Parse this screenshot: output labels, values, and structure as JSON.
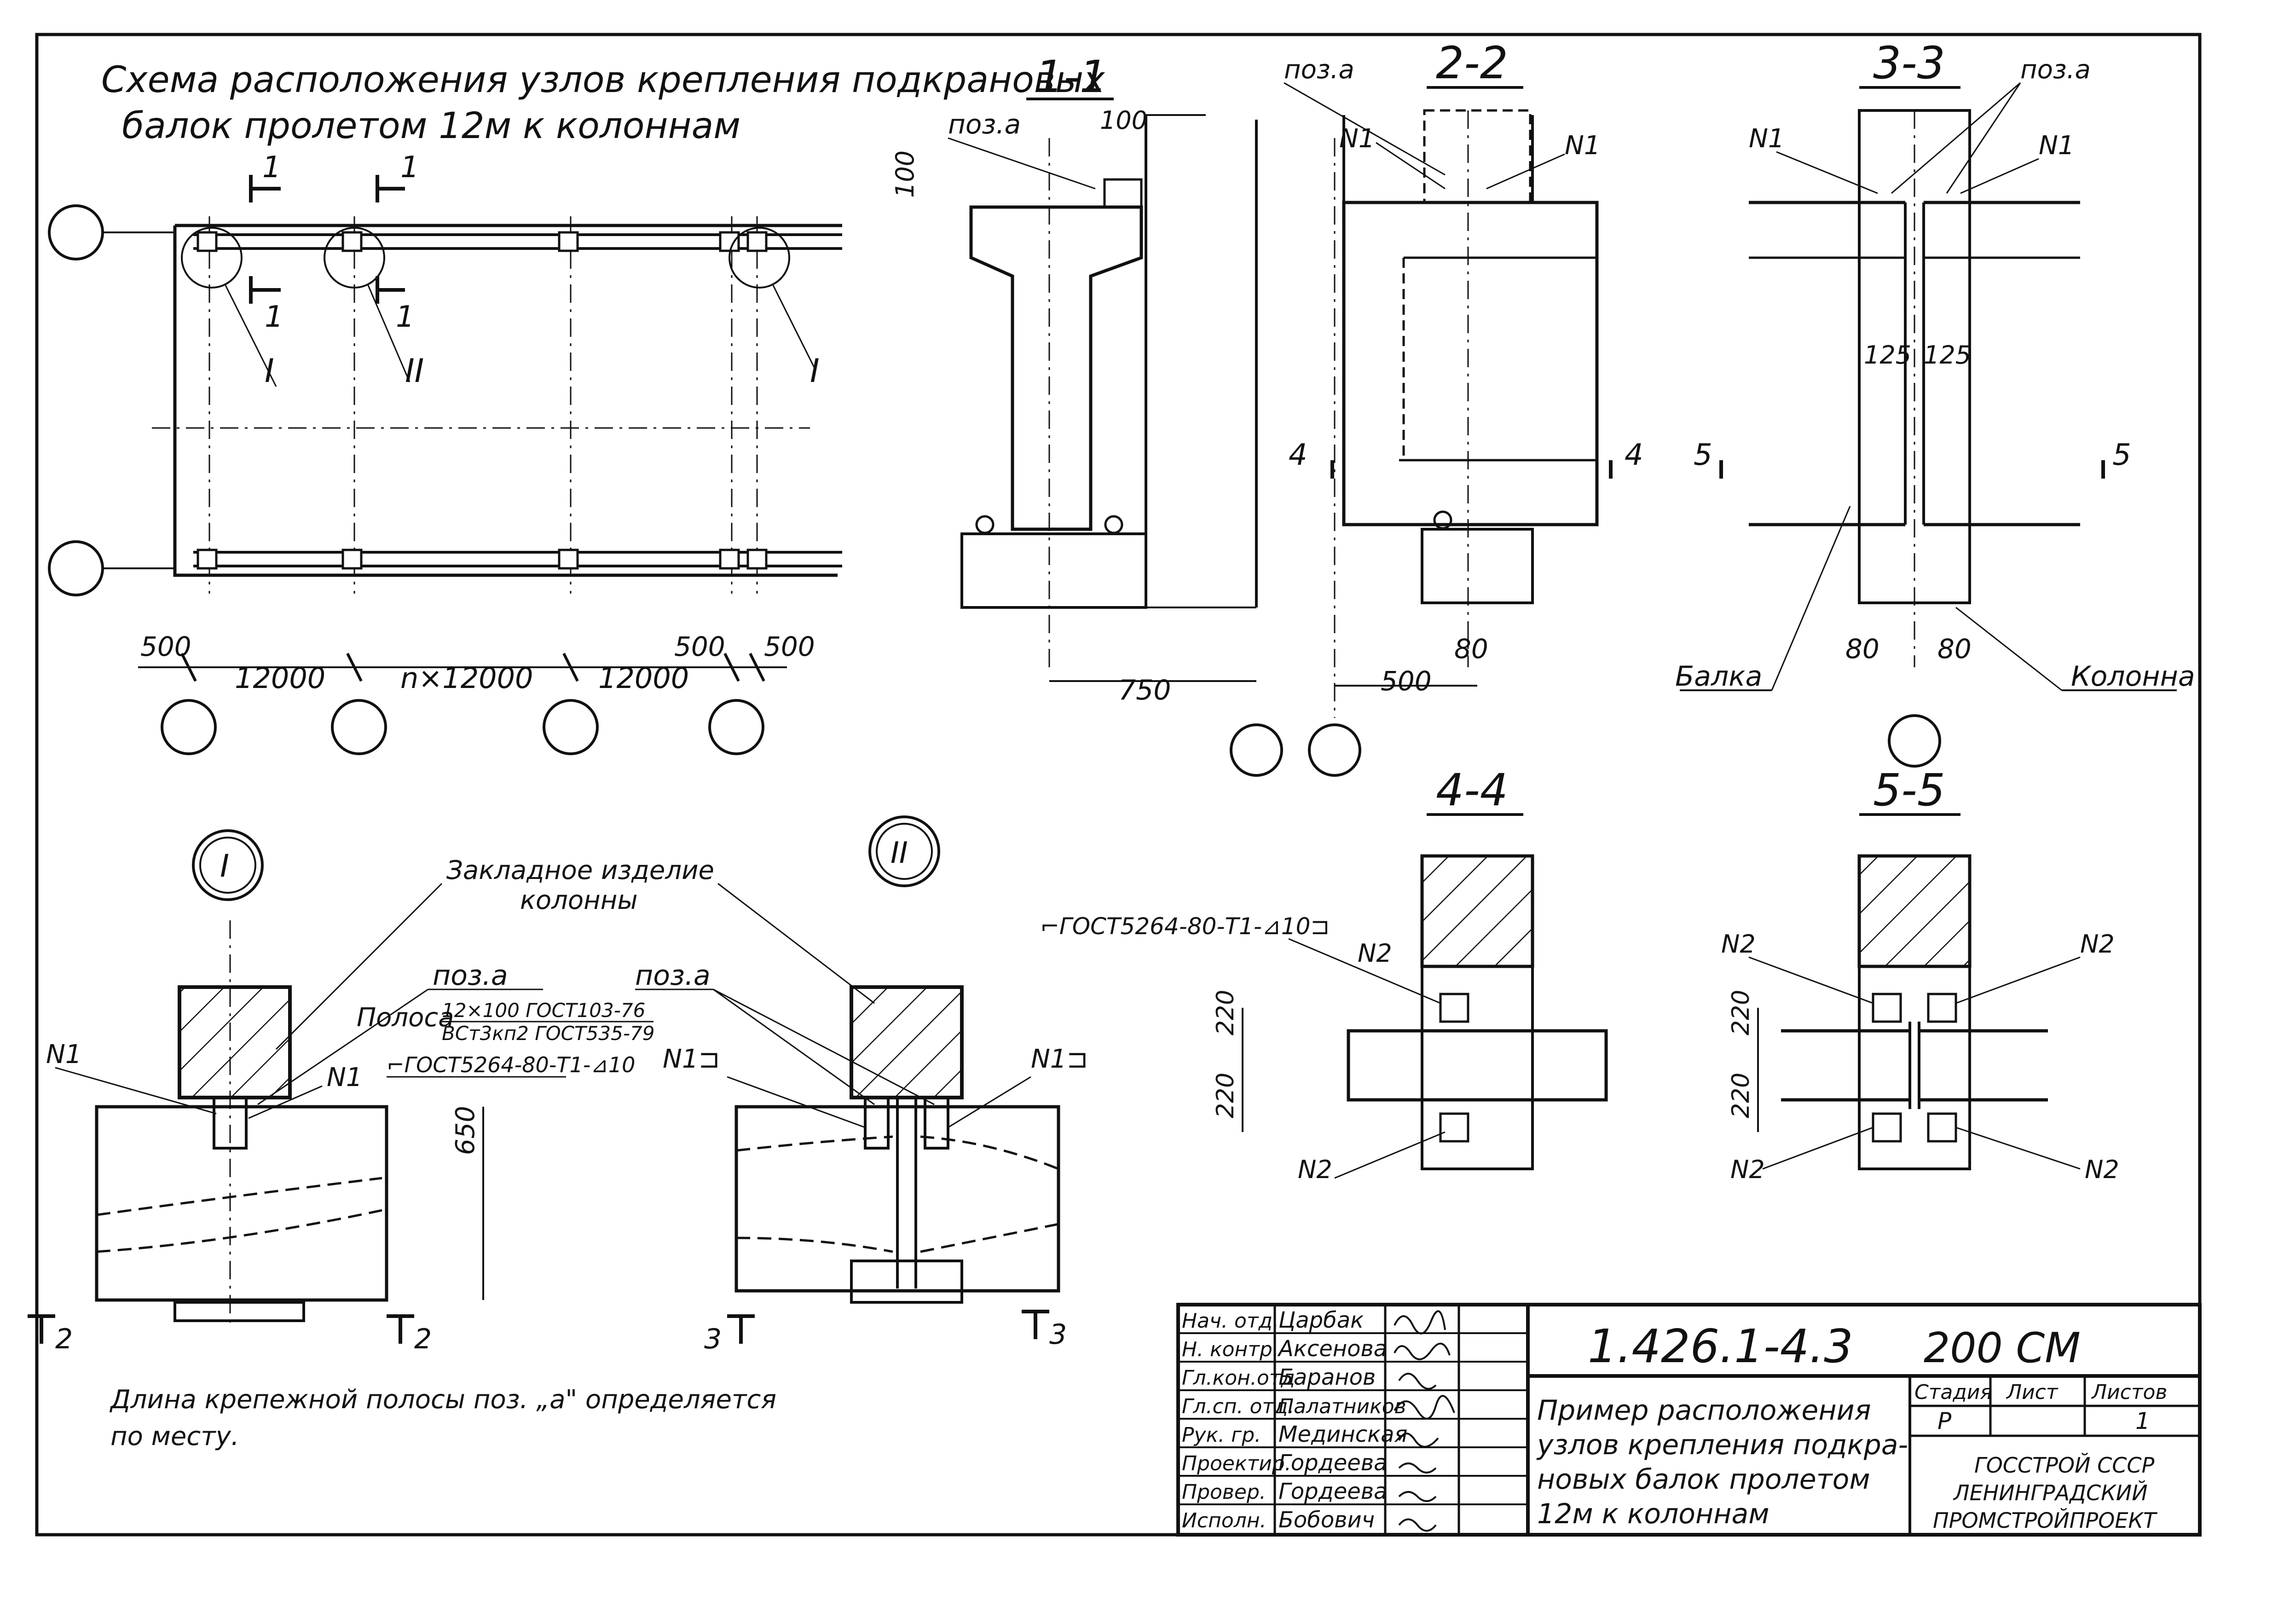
{
  "scheme": {
    "title_line1": "Схема расположения узлов крепления подкрановых",
    "title_line2": "балок пролетом 12м к колоннам",
    "section_mark": "1",
    "node_I": "I",
    "node_II": "II",
    "dim_500": "500",
    "dim_12000": "12000",
    "dim_n12000": "n×12000",
    "dim_500b": "500"
  },
  "sections": {
    "s11": "1-1",
    "s22": "2-2",
    "s33": "3-3",
    "s44": "4-4",
    "s55": "5-5",
    "poz_a": "поз.а",
    "n1": "N1",
    "n2": "N2",
    "n1_bracket": "N1⊐",
    "dim_100": "100",
    "dim_750": "750",
    "dim_500": "500",
    "dim_80": "80",
    "dim_125": "125",
    "dim_220": "220",
    "dim_650": "650",
    "mark_4": "4",
    "mark_5": "5",
    "mark_2": "2",
    "mark_3": "3",
    "balka": "Балка",
    "kolonna": "Колонна",
    "weld_gost": "⌐ГОСТ5264-80-Т1-⊿10⊐"
  },
  "details": {
    "node_I": "I",
    "node_II": "II",
    "embedded_line1": "Закладное изделие",
    "embedded_line2": "колонны",
    "poz_a": "поз.а",
    "strip_label": "Полоса",
    "strip_spec1": "12×100 ГОСТ103-76",
    "strip_spec2": "ВСт3кп2 ГОСТ535-79",
    "weld": "⌐ГОСТ5264-80-Т1-⊿10",
    "n1": "N1",
    "n1_bracket": "N1⊐"
  },
  "note": {
    "line1": "Длина крепежной полосы поз. „а\" определяется",
    "line2": "по месту."
  },
  "titleblock": {
    "roles": [
      "Нач. отд.",
      "Н. контр.",
      "Гл.кон.отд",
      "Гл.сп. отд.",
      "Рук. гр.",
      "Проектир.",
      "Провер.",
      "Исполн."
    ],
    "names": [
      "Царбак",
      "Аксенова",
      "Баранов",
      "Палатников",
      "Мединская",
      "Гордеева",
      "Гордеева",
      "Бобович"
    ],
    "doc_code": "1.426.1-4.3",
    "doc_suffix": "200 СМ",
    "desc_lines": [
      "Пример расположения",
      "узлов крепления подкра-",
      "новых балок пролетом",
      "12м к колоннам"
    ],
    "stage_hdr": "Стадия",
    "sheet_hdr": "Лист",
    "sheets_hdr": "Листов",
    "stage_val": "Р",
    "sheets_val": "1",
    "org_lines": [
      "ГОССТРОЙ СССР",
      "ЛЕНИНГРАДСКИЙ",
      "ПРОМСТРОЙПРОЕКТ"
    ]
  }
}
